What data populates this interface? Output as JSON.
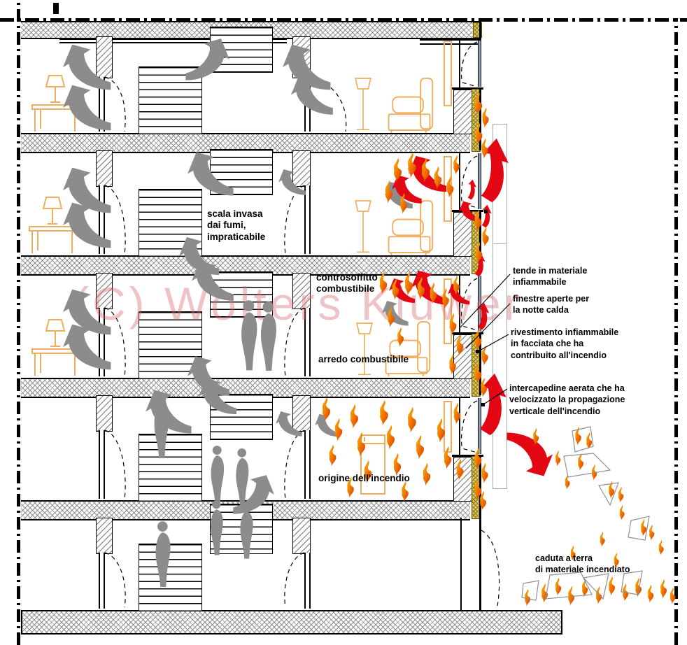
{
  "diagram": {
    "watermark": "(C) Wolters Kluwer",
    "annotations": {
      "scala": "scala invasa\ndai fumi,\nimpraticabile",
      "controsoffitto": "controsoffitto\ncombustibile",
      "arredo": "arredo combustibile",
      "origine": "origine dell'incendio",
      "tende": "tende in materiale\ninfiammabile",
      "finestre": "finestre aperte per\nla notte calda",
      "rivestimento": "rivestimento infiammabile\nin facciata che ha\ncontribuito all'incendio",
      "intercapedine": "intercapedine aerata che ha\nvelocizzato la propagazione\nverticale dell'incendio",
      "caduta": "caduta a terra\ndi materiale incendiato"
    },
    "colors": {
      "smoke_arrow": "#8c8c8c",
      "fire_arrow": "#e30613",
      "flame_dark": "#dc3400",
      "flame_mid": "#f07c00",
      "flame_light": "#ffb400",
      "insulation": "#d8c574",
      "furniture": "#efae5f",
      "watermark": "#d96a73"
    }
  }
}
